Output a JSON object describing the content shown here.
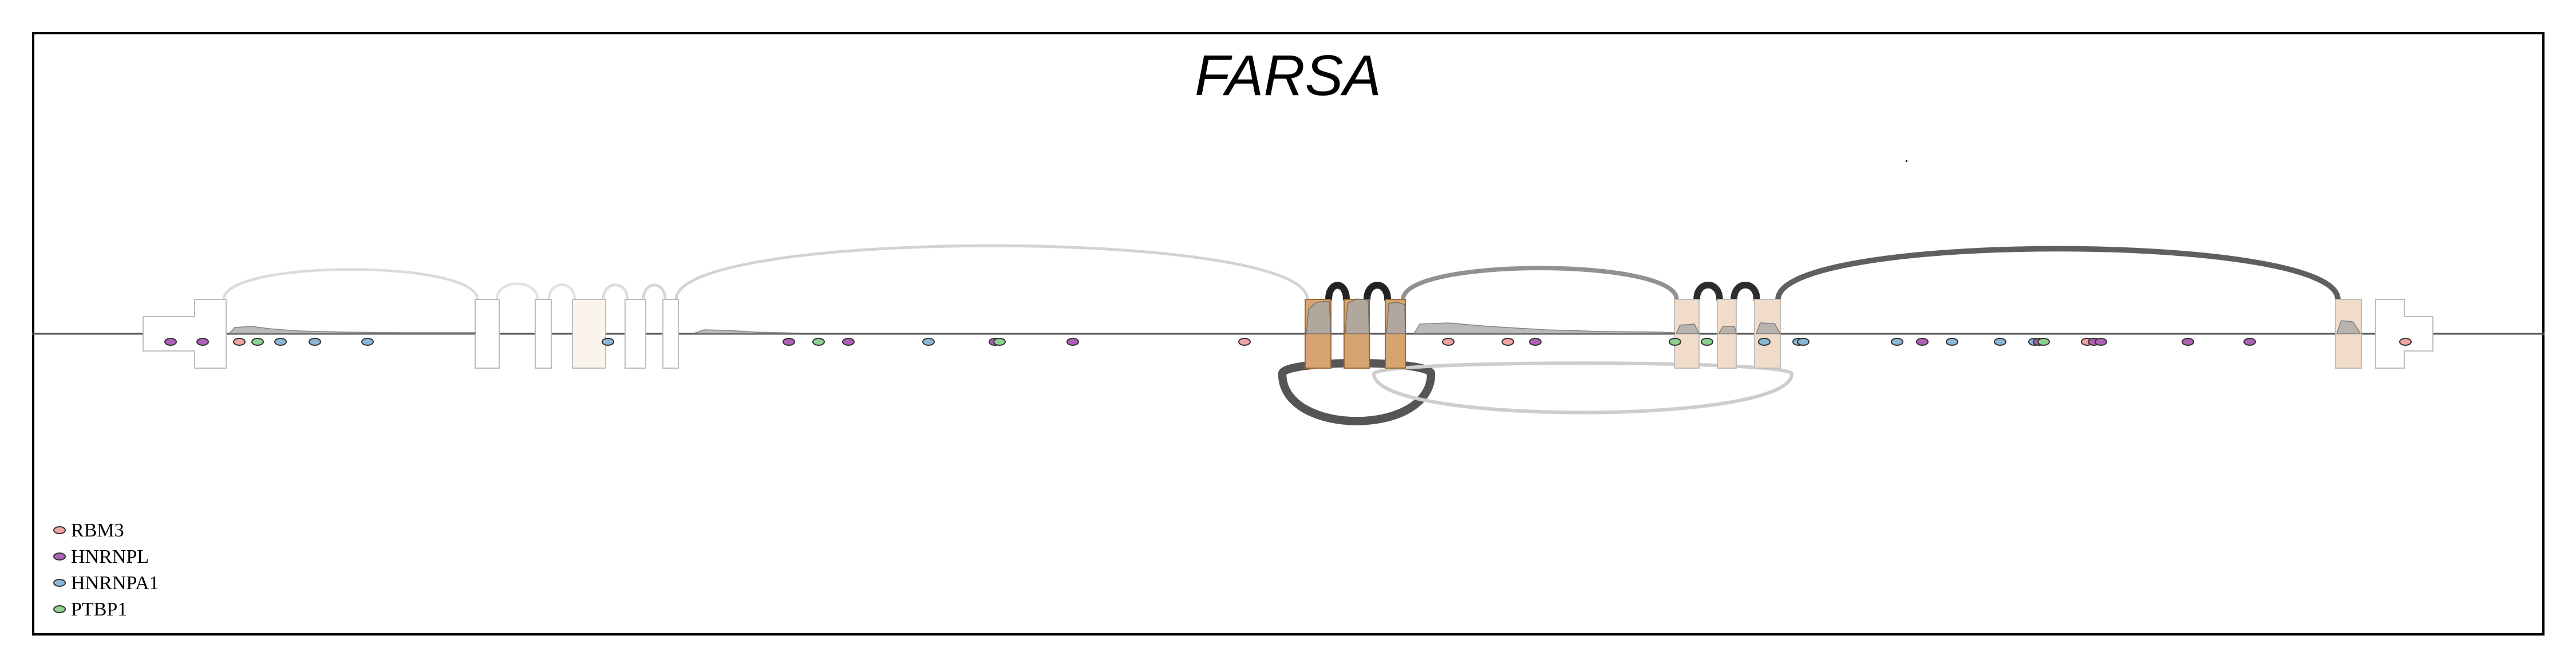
{
  "gene": "FARSA",
  "legend": [
    {
      "label": "RBM3",
      "color": "#f4a3a3"
    },
    {
      "label": "HNRNPL",
      "color": "#b05fb8"
    },
    {
      "label": "HNRNPA1",
      "color": "#8ab8d8"
    },
    {
      "label": "PTBP1",
      "color": "#8ed08e"
    }
  ],
  "exons": [
    {
      "type": "utr",
      "intensity": 0.0
    },
    {
      "type": "coding",
      "intensity": 0.0
    },
    {
      "type": "coding",
      "intensity": 0.0
    },
    {
      "type": "coding",
      "intensity": 0.05
    },
    {
      "type": "coding",
      "intensity": 0.0
    },
    {
      "type": "coding",
      "intensity": 0.0
    },
    {
      "type": "coding",
      "intensity": 0.9
    },
    {
      "type": "coding",
      "intensity": 0.9
    },
    {
      "type": "coding",
      "intensity": 0.9
    },
    {
      "type": "coding",
      "intensity": 0.3
    },
    {
      "type": "coding",
      "intensity": 0.3
    },
    {
      "type": "coding",
      "intensity": 0.3
    },
    {
      "type": "coding",
      "intensity": 0.3
    },
    {
      "type": "utr",
      "intensity": 0.0
    }
  ],
  "junctions_above": [
    {
      "from": 0,
      "to": 1,
      "shade": 0.08
    },
    {
      "from": 1,
      "to": 2,
      "shade": 0.05
    },
    {
      "from": 2,
      "to": 3,
      "shade": 0.05
    },
    {
      "from": 3,
      "to": 4,
      "shade": 0.08
    },
    {
      "from": 4,
      "to": 5,
      "shade": 0.1
    },
    {
      "from": 5,
      "to": 6,
      "shade": 0.12
    },
    {
      "from": 6,
      "to": 7,
      "shade": 1.0
    },
    {
      "from": 7,
      "to": 8,
      "shade": 1.0
    },
    {
      "from": 8,
      "to": 9,
      "shade": 0.45
    },
    {
      "from": 9,
      "to": 10,
      "shade": 0.95
    },
    {
      "from": 10,
      "to": 11,
      "shade": 0.95
    },
    {
      "from": 11,
      "to": 12,
      "shade": 0.7
    }
  ],
  "junctions_below": [
    {
      "from": 6,
      "to": 8,
      "shade": 0.75
    },
    {
      "from": 7,
      "to": 11,
      "shade": 0.15
    }
  ],
  "binding_sites": [
    {
      "protein": "HNRNPL",
      "pos": 0.012
    },
    {
      "protein": "HNRNPL",
      "pos": 0.026
    },
    {
      "protein": "RBM3",
      "pos": 0.042
    },
    {
      "protein": "PTBP1",
      "pos": 0.05
    },
    {
      "protein": "HNRNPA1",
      "pos": 0.06
    },
    {
      "protein": "HNRNPA1",
      "pos": 0.075
    },
    {
      "protein": "HNRNPA1",
      "pos": 0.098
    },
    {
      "protein": "HNRNPA1",
      "pos": 0.203
    },
    {
      "protein": "HNRNPL",
      "pos": 0.282
    },
    {
      "protein": "PTBP1",
      "pos": 0.295
    },
    {
      "protein": "HNRNPL",
      "pos": 0.308
    },
    {
      "protein": "HNRNPA1",
      "pos": 0.343
    },
    {
      "protein": "HNRNPL",
      "pos": 0.372
    },
    {
      "protein": "PTBP1",
      "pos": 0.374
    },
    {
      "protein": "HNRNPL",
      "pos": 0.406
    },
    {
      "protein": "RBM3",
      "pos": 0.481
    },
    {
      "protein": "RBM3",
      "pos": 0.57
    },
    {
      "protein": "RBM3",
      "pos": 0.596
    },
    {
      "protein": "HNRNPL",
      "pos": 0.608
    },
    {
      "protein": "PTBP1",
      "pos": 0.669
    },
    {
      "protein": "PTBP1",
      "pos": 0.683
    },
    {
      "protein": "HNRNPA1",
      "pos": 0.708
    },
    {
      "protein": "HNRNPA1",
      "pos": 0.723
    },
    {
      "protein": "HNRNPA1",
      "pos": 0.725
    },
    {
      "protein": "HNRNPA1",
      "pos": 0.766
    },
    {
      "protein": "HNRNPL",
      "pos": 0.777
    },
    {
      "protein": "HNRNPA1",
      "pos": 0.79
    },
    {
      "protein": "HNRNPA1",
      "pos": 0.811
    },
    {
      "protein": "HNRNPA1",
      "pos": 0.826
    },
    {
      "protein": "HNRNPL",
      "pos": 0.828
    },
    {
      "protein": "PTBP1",
      "pos": 0.83
    },
    {
      "protein": "RBM3",
      "pos": 0.849
    },
    {
      "protein": "HNRNPL",
      "pos": 0.852
    },
    {
      "protein": "HNRNPL",
      "pos": 0.855
    },
    {
      "protein": "HNRNPL",
      "pos": 0.893
    },
    {
      "protein": "HNRNPL",
      "pos": 0.92
    },
    {
      "protein": "RBM3",
      "pos": 0.988
    }
  ]
}
